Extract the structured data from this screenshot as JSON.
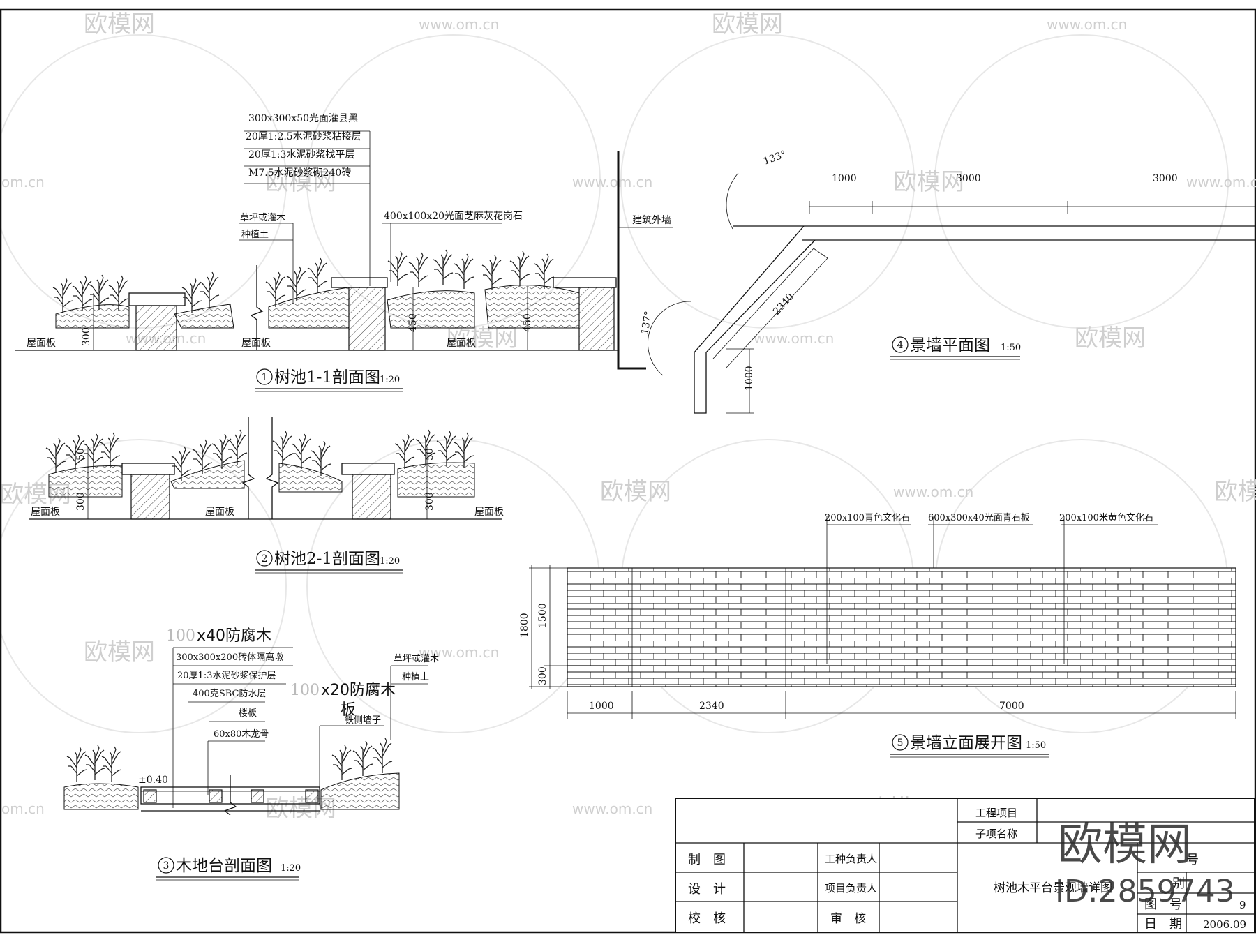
{
  "watermark": {
    "brand": "欧模网",
    "site": "www.om.cn",
    "site_short": "om.cn",
    "id_text": "ID:2859743"
  },
  "section1": {
    "num": "1",
    "title": "树池1-1剖面图",
    "scale": "1:20",
    "callouts": [
      "300x300x50光面灌县黑",
      "20厚1:2.5水泥砂浆粘接层",
      "20厚1:3水泥砂浆找平层",
      "M7.5水泥砂浆砌240砖"
    ],
    "lawn": "草坪或灌木",
    "soil": "种植土",
    "granite": "400x100x20光面芝麻灰花岗石",
    "roof1": "屋面板",
    "roof2": "屋面板",
    "roof3": "屋面板",
    "dims": [
      "300",
      "450",
      "450"
    ],
    "wall": "建筑外墙"
  },
  "section2": {
    "num": "2",
    "title": "树池2-1剖面图",
    "scale": "1:20",
    "roof1": "屋面板",
    "roof2": "屋面板",
    "roof3": "屋面板",
    "dims": [
      "50",
      "300",
      "50",
      "300"
    ]
  },
  "section3": {
    "num": "3",
    "title": "木地台剖面图",
    "scale": "1:20",
    "head1_gray": "100",
    "head1": "x40防腐木",
    "callouts": [
      "300x300x200砖体隔离墩",
      "20厚1:3水泥砂浆保护层",
      "400克SBC防水层",
      "楼板",
      "60x80木龙骨"
    ],
    "head2_gray": "100",
    "head2a": "x20防腐木",
    "head2b": "板",
    "right_callouts": [
      "草坪或灌木",
      "种植土",
      "铁侧墙子"
    ],
    "level": "±0.40"
  },
  "section4": {
    "num": "4",
    "title": "景墙平面图",
    "scale": "1:50",
    "angle1": "133°",
    "angle2": "137°",
    "dims": [
      "1000",
      "3000",
      "3000",
      "2340",
      "1000"
    ]
  },
  "section5": {
    "num": "5",
    "title": "景墙立面展开图",
    "scale": "1:50",
    "callouts": [
      "200x100青色文化石",
      "600x300x40光面青石板",
      "200x100米黄色文化石"
    ],
    "vdims": [
      "1800",
      "1500",
      "300"
    ],
    "hdims": [
      "1000",
      "2340",
      "7000"
    ]
  },
  "titleblock": {
    "project_label": "工程项目",
    "subitem_label": "子项名称",
    "draw": "制　图",
    "design": "设　计",
    "check": "校　核",
    "trade_lead": "工种负责人",
    "project_lead": "项目负责人",
    "review": "审　核",
    "drawing_name": "树池木平台景观墙详图",
    "no_label": "号",
    "type_label": "别",
    "sheet_label": "图　号",
    "sheet_no": "9",
    "date_label": "日　期",
    "date": "2006.09"
  }
}
